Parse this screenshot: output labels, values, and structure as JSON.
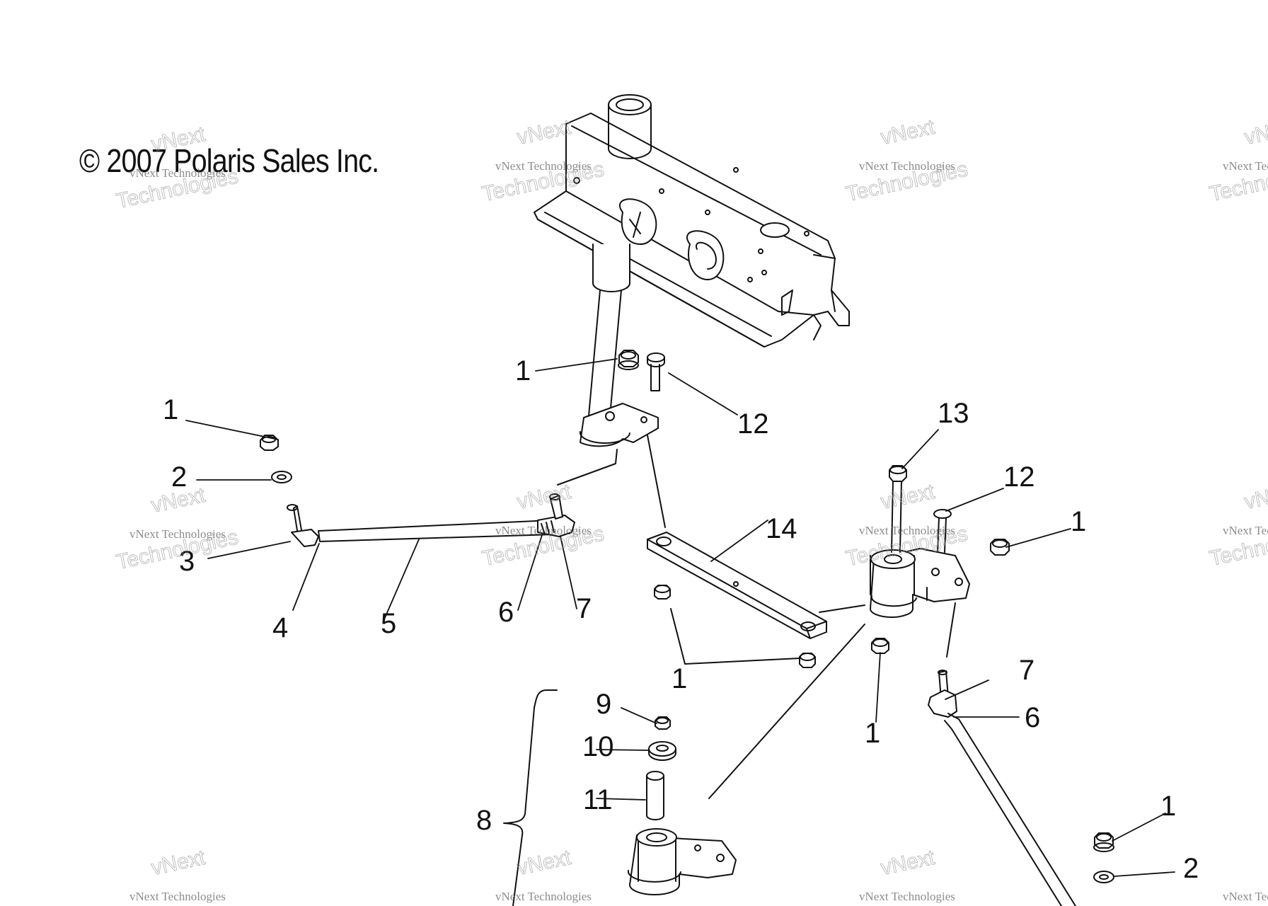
{
  "copyright": "© 2007 Polaris Sales Inc.",
  "watermark": {
    "line1": "vNext Technologies",
    "line2": "Technologies",
    "top": "vNext"
  },
  "callouts": {
    "c1a": "1",
    "c12a": "12",
    "c1b": "1",
    "c2a": "2",
    "c3": "3",
    "c4": "4",
    "c5": "5",
    "c6a": "6",
    "c7a": "7",
    "c14": "14",
    "c13": "13",
    "c12b": "12",
    "c1c": "1",
    "c1d": "1",
    "c1e": "1",
    "c7b": "7",
    "c6b": "6",
    "c9": "9",
    "c10": "10",
    "c11": "11",
    "c8": "8",
    "c1f": "1",
    "c2b": "2"
  }
}
